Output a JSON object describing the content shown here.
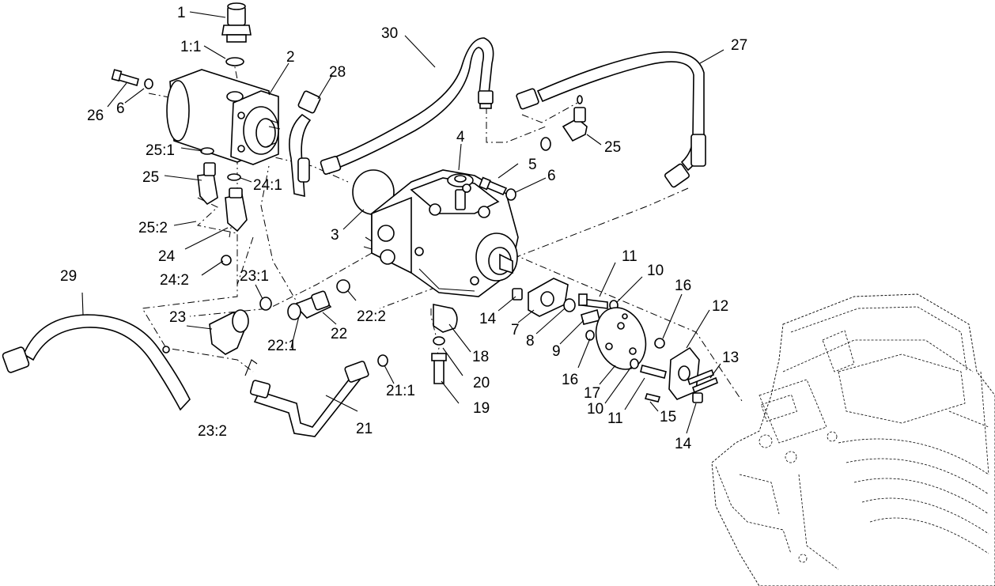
{
  "diagram": {
    "labels": [
      {
        "id": "1",
        "text": "1"
      },
      {
        "id": "1_1",
        "text": "1:1"
      },
      {
        "id": "2",
        "text": "2"
      },
      {
        "id": "3",
        "text": "3"
      },
      {
        "id": "4",
        "text": "4"
      },
      {
        "id": "5",
        "text": "5"
      },
      {
        "id": "6a",
        "text": "6"
      },
      {
        "id": "6b",
        "text": "6"
      },
      {
        "id": "7",
        "text": "7"
      },
      {
        "id": "8",
        "text": "8"
      },
      {
        "id": "9",
        "text": "9"
      },
      {
        "id": "10a",
        "text": "10"
      },
      {
        "id": "10b",
        "text": "10"
      },
      {
        "id": "11a",
        "text": "11"
      },
      {
        "id": "11b",
        "text": "11"
      },
      {
        "id": "12",
        "text": "12"
      },
      {
        "id": "13",
        "text": "13"
      },
      {
        "id": "14a",
        "text": "14"
      },
      {
        "id": "14b",
        "text": "14"
      },
      {
        "id": "15",
        "text": "15"
      },
      {
        "id": "16a",
        "text": "16"
      },
      {
        "id": "16b",
        "text": "16"
      },
      {
        "id": "17",
        "text": "17"
      },
      {
        "id": "18",
        "text": "18"
      },
      {
        "id": "19",
        "text": "19"
      },
      {
        "id": "20",
        "text": "20"
      },
      {
        "id": "21",
        "text": "21"
      },
      {
        "id": "21_1",
        "text": "21:1"
      },
      {
        "id": "22",
        "text": "22"
      },
      {
        "id": "22_1",
        "text": "22:1"
      },
      {
        "id": "22_2",
        "text": "22:2"
      },
      {
        "id": "23",
        "text": "23"
      },
      {
        "id": "23_1",
        "text": "23:1"
      },
      {
        "id": "23_2",
        "text": "23:2"
      },
      {
        "id": "24",
        "text": "24"
      },
      {
        "id": "24_1",
        "text": "24:1"
      },
      {
        "id": "24_2",
        "text": "24:2"
      },
      {
        "id": "25a",
        "text": "25"
      },
      {
        "id": "25b",
        "text": "25"
      },
      {
        "id": "25_1",
        "text": "25:1"
      },
      {
        "id": "25_2",
        "text": "25:2"
      },
      {
        "id": "26",
        "text": "26"
      },
      {
        "id": "27",
        "text": "27"
      },
      {
        "id": "28",
        "text": "28"
      },
      {
        "id": "29",
        "text": "29"
      },
      {
        "id": "30",
        "text": "30"
      }
    ]
  }
}
